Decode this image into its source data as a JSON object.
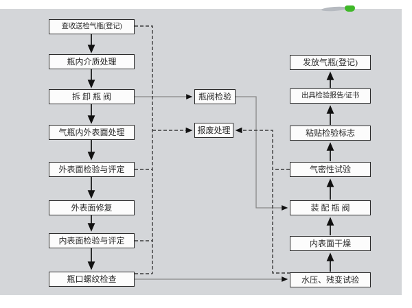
{
  "diagram": {
    "left_column": [
      {
        "label": "查收送检气瓶(登记)"
      },
      {
        "label": "瓶内介质处理"
      },
      {
        "label": "拆 卸 瓶 阀"
      },
      {
        "label": "气瓶内外表面处理"
      },
      {
        "label": "外表面检验与评定"
      },
      {
        "label": "外表面修复"
      },
      {
        "label": "内表面检验与评定"
      },
      {
        "label": "瓶口螺纹检查"
      }
    ],
    "middle_column": [
      {
        "label": "瓶阀检验"
      },
      {
        "label": "报废处理"
      }
    ],
    "right_column": [
      {
        "label": "发放气瓶(登记)"
      },
      {
        "label": "出具检验报告/证书"
      },
      {
        "label": "粘贴检验标志"
      },
      {
        "label": "气密性试验"
      },
      {
        "label": "装 配 瓶 阀"
      },
      {
        "label": "内表面干燥"
      },
      {
        "label": "水压、残变试验"
      }
    ],
    "edges": [
      {
        "from": "查收送检气瓶(登记)",
        "to": "瓶内介质处理",
        "style": "solid-arrow"
      },
      {
        "from": "瓶内介质处理",
        "to": "拆卸瓶阀",
        "style": "solid-arrow"
      },
      {
        "from": "拆卸瓶阀",
        "to": "气瓶内外表面处理",
        "style": "solid-arrow"
      },
      {
        "from": "气瓶内外表面处理",
        "to": "外表面检验与评定",
        "style": "solid-arrow"
      },
      {
        "from": "外表面检验与评定",
        "to": "外表面修复",
        "style": "solid-arrow"
      },
      {
        "from": "外表面修复",
        "to": "内表面检验与评定",
        "style": "solid-arrow"
      },
      {
        "from": "内表面检验与评定",
        "to": "瓶口螺纹检查",
        "style": "solid-arrow"
      },
      {
        "from": "拆卸瓶阀",
        "to": "瓶阀检验",
        "style": "solid-arrow"
      },
      {
        "from": "瓶阀检验",
        "to": "装配瓶阀",
        "style": "solid-arrow"
      },
      {
        "from": "瓶口螺纹检查",
        "to": "水压、残变试验",
        "style": "solid-arrow"
      },
      {
        "from": "水压、残变试验",
        "to": "内表面干燥",
        "style": "solid-arrow"
      },
      {
        "from": "内表面干燥",
        "to": "装配瓶阀",
        "style": "solid-arrow"
      },
      {
        "from": "装配瓶阀",
        "to": "气密性试验",
        "style": "solid-arrow"
      },
      {
        "from": "气密性试验",
        "to": "粘贴检验标志",
        "style": "solid-arrow"
      },
      {
        "from": "粘贴检验标志",
        "to": "出具检验报告/证书",
        "style": "solid-arrow"
      },
      {
        "from": "出具检验报告/证书",
        "to": "发放气瓶(登记)",
        "style": "solid-arrow"
      },
      {
        "from": "查收送检气瓶(登记)",
        "to": "报废处理",
        "style": "dashed-arrow"
      },
      {
        "from": "外表面检验与评定",
        "to": "报废处理",
        "style": "dashed-arrow"
      },
      {
        "from": "内表面检验与评定",
        "to": "报废处理",
        "style": "dashed-arrow"
      },
      {
        "from": "瓶口螺纹检查",
        "to": "报废处理",
        "style": "dashed-arrow"
      },
      {
        "from": "气密性试验",
        "to": "报废处理",
        "style": "dashed-arrow"
      },
      {
        "from": "水压、残变试验",
        "to": "报废处理",
        "style": "dashed-arrow"
      }
    ],
    "colors": {
      "canvas_background": "#d4d6d9",
      "page_background": "#ffffff",
      "box_fill": "#fcfcfc",
      "box_border": "#2b2b2b",
      "flow_arrow": "#1a1a1a",
      "connector_gray": "#888888",
      "dashed_line": "#3a3a3a",
      "watermark_green": "#3fb829"
    }
  }
}
